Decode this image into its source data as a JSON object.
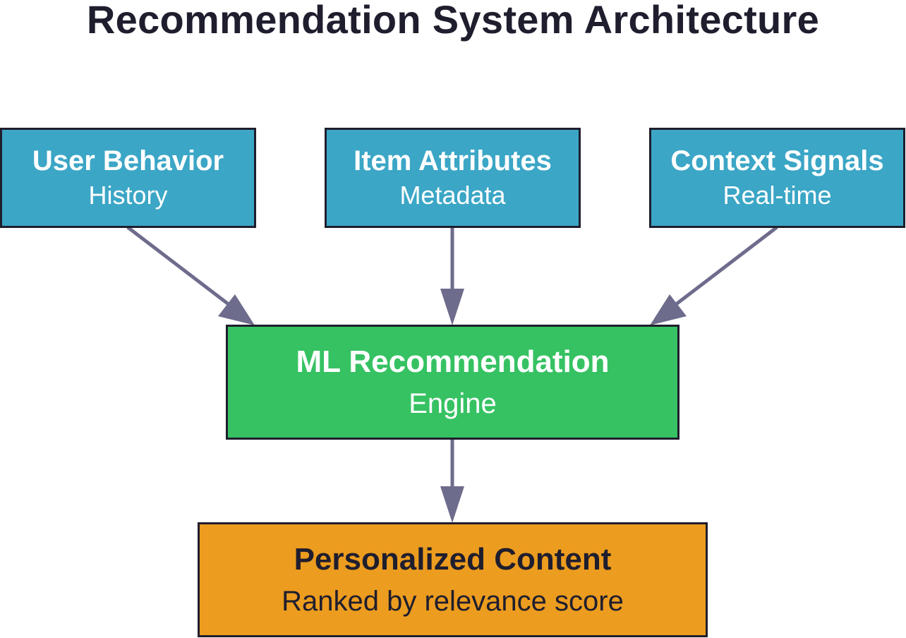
{
  "title": "Recommendation System Architecture",
  "nodes": {
    "user_behavior": {
      "main": "User Behavior",
      "sub": "History"
    },
    "item_attributes": {
      "main": "Item Attributes",
      "sub": "Metadata"
    },
    "context_signals": {
      "main": "Context Signals",
      "sub": "Real-time"
    },
    "ml_engine": {
      "main": "ML Recommendation",
      "sub": "Engine"
    },
    "personalized_content": {
      "main": "Personalized Content",
      "sub": "Ranked by relevance score"
    }
  },
  "edges": [
    {
      "from": "User Behavior",
      "to": "ML Recommendation"
    },
    {
      "from": "Item Attributes",
      "to": "ML Recommendation"
    },
    {
      "from": "Context Signals",
      "to": "ML Recommendation"
    },
    {
      "from": "ML Recommendation",
      "to": "Personalized Content"
    }
  ],
  "colors": {
    "input_node": "#3ba6c6",
    "engine_node": "#36c262",
    "output_node": "#ec9c1e",
    "border": "#1f1e2e",
    "arrow": "#6e6c8c"
  }
}
